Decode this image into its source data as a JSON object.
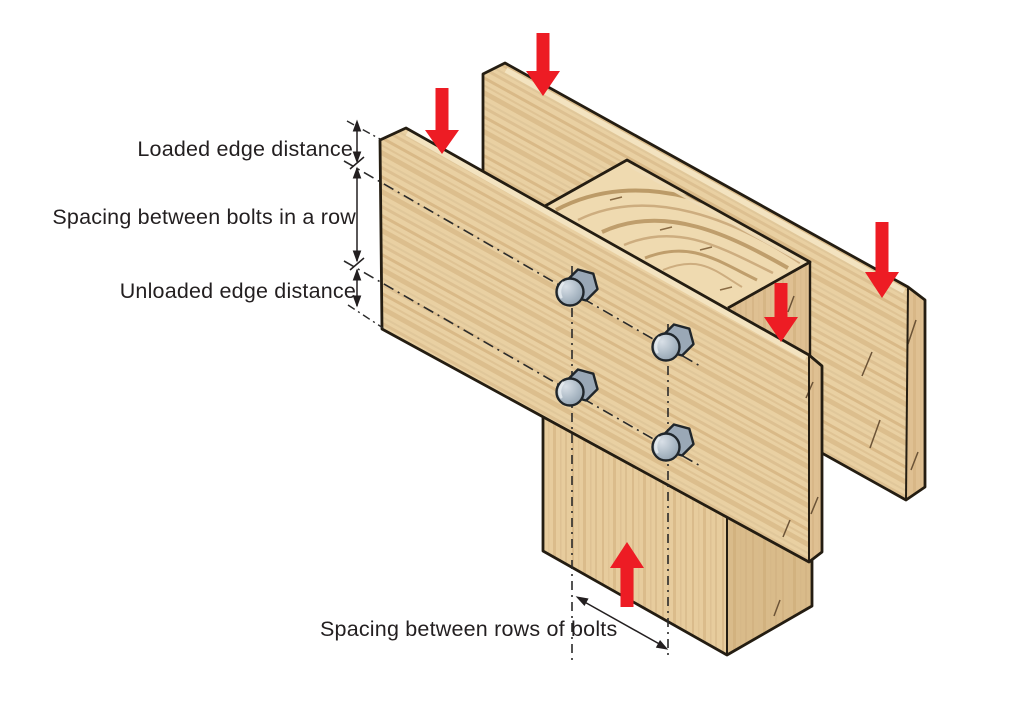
{
  "labels": {
    "loaded_edge_distance": "Loaded edge distance",
    "spacing_bolts_in_row": "Spacing between bolts in a row",
    "unloaded_edge_distance": "Unloaded edge distance",
    "spacing_rows_of_bolts": "Spacing between rows of bolts"
  },
  "colors": {
    "background": "#ffffff",
    "wood_base": "#e9d0a2",
    "wood_light_chamfer": "#f3e3c0",
    "wood_grain_dark": "#c29c66",
    "wood_end": "#dfc092",
    "beam_top": "#efdab0",
    "outline": "#241d12",
    "load_arrow_red": "#ed1c24",
    "bolt_gray": "#9aa8b6",
    "bolt_highlight": "#d3dbe2",
    "dimension_ink": "#231f20"
  },
  "bolts": {
    "count": 4,
    "rows": 2,
    "columns": 2
  },
  "load_arrows": {
    "downward": 4,
    "upward": 1
  }
}
